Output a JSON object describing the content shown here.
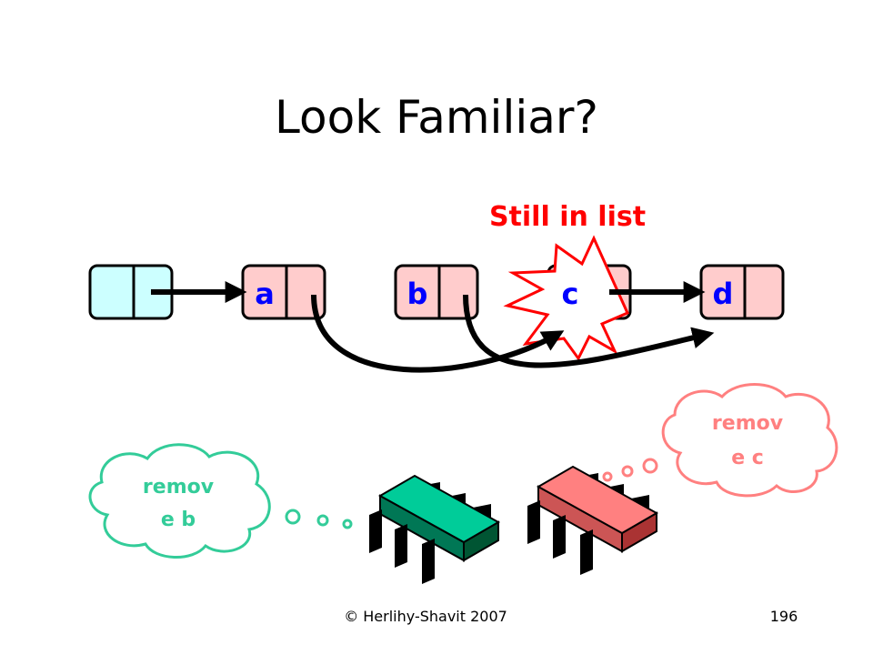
{
  "slide": {
    "title": "Look Familiar?",
    "alert_text": "Still in list",
    "footer_copyright": "© Herlihy-Shavit 2007",
    "page_number": "196"
  },
  "nodes": [
    {
      "id": "head",
      "label": "",
      "fill": "#ccffff"
    },
    {
      "id": "a",
      "label": "a",
      "fill": "#ffcccc"
    },
    {
      "id": "b",
      "label": "b",
      "fill": "#ffcccc"
    },
    {
      "id": "c",
      "label": "c",
      "fill": "#ffcccc"
    },
    {
      "id": "d",
      "label": "d",
      "fill": "#ffcccc"
    }
  ],
  "thoughts": {
    "left": {
      "line1": "remov",
      "line2": "e b",
      "color": "#33cc99"
    },
    "right": {
      "line1": "remov",
      "line2": "e c",
      "color": "#ff8080"
    }
  },
  "colors": {
    "node_label": "#0000ff",
    "alert": "#ff0000",
    "thread_left": "#00cc99",
    "thread_right": "#ff8080"
  }
}
